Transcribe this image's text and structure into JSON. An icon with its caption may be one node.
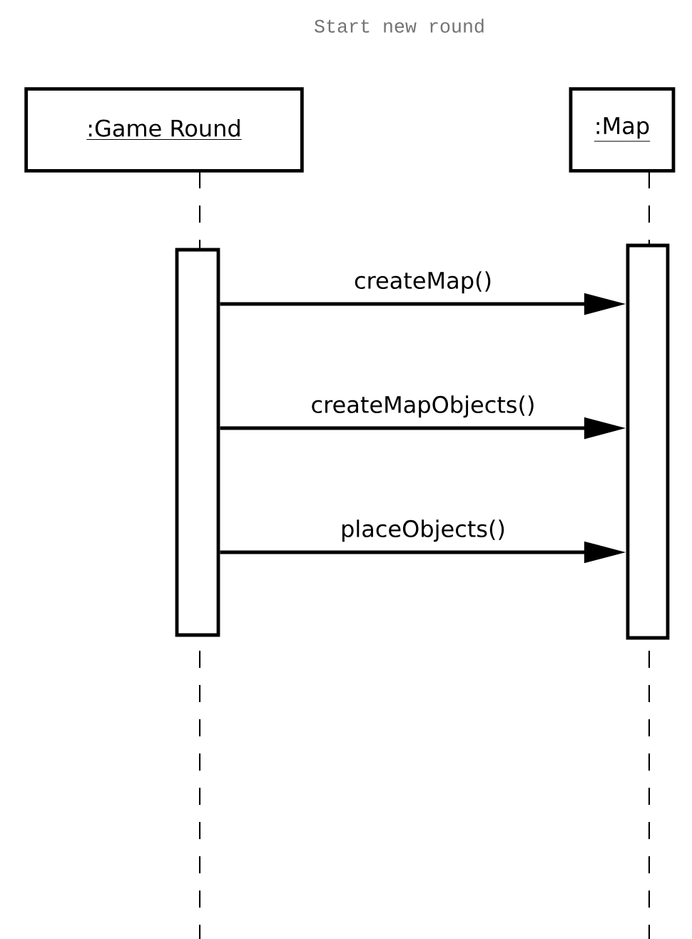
{
  "diagram": {
    "title": "Start new round",
    "nodes": [
      {
        "text": [
          ":Game Round"
        ]
      },
      {
        "text": [
          ":Map"
        ]
      },
      {
        "text": [],
        "shape": "bar"
      },
      {
        "text": [],
        "shape": "bar"
      }
    ],
    "edges": [
      {
        "from": 2,
        "to": 3,
        "arrow": "to",
        "label": "createMap()"
      },
      {
        "from": 2,
        "to": 3,
        "arrow": "to",
        "label": "createMapObjects()"
      },
      {
        "from": 2,
        "to": 3,
        "arrow": "to",
        "label": "placeObjects()"
      }
    ]
  }
}
